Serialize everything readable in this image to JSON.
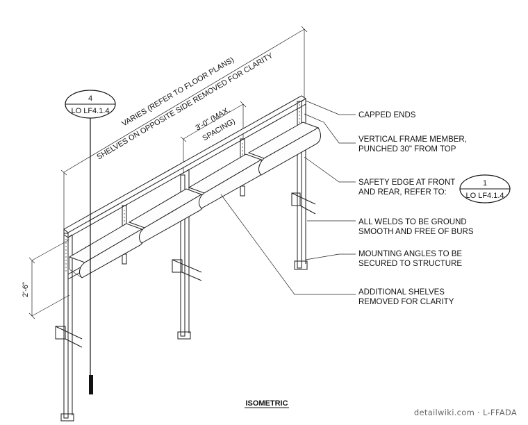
{
  "dimensions": {
    "overall": "VARIES (REFER TO FLOOR PLANS)",
    "overall_note": "SHELVES ON OPPOSITE SIDE REMOVED FOR CLARITY",
    "spacing_line1": "3'-0\" (MAX.",
    "spacing_line2": "SPACING)",
    "height": "2'-6\""
  },
  "tags": {
    "left": {
      "number": "4",
      "sheet": "LO LF4.1.4"
    },
    "right": {
      "number": "1",
      "sheet": "LO LF4.1.4"
    }
  },
  "callouts": {
    "capped": "CAPPED ENDS",
    "vertical_1": "VERTICAL FRAME MEMBER,",
    "vertical_2": "PUNCHED 30\" FROM TOP",
    "safety_1": "SAFETY EDGE AT FRONT",
    "safety_2": "AND REAR, REFER TO:",
    "welds_1": "ALL WELDS TO BE GROUND",
    "welds_2": "SMOOTH AND FREE OF BURS",
    "mounting_1": "MOUNTING ANGLES TO BE",
    "mounting_2": "SECURED TO STRUCTURE",
    "additional_1": "ADDITIONAL SHELVES",
    "additional_2": "REMOVED FOR CLARITY"
  },
  "view_title": "ISOMETRIC",
  "watermark": "detailwiki.com · L-FFADA"
}
